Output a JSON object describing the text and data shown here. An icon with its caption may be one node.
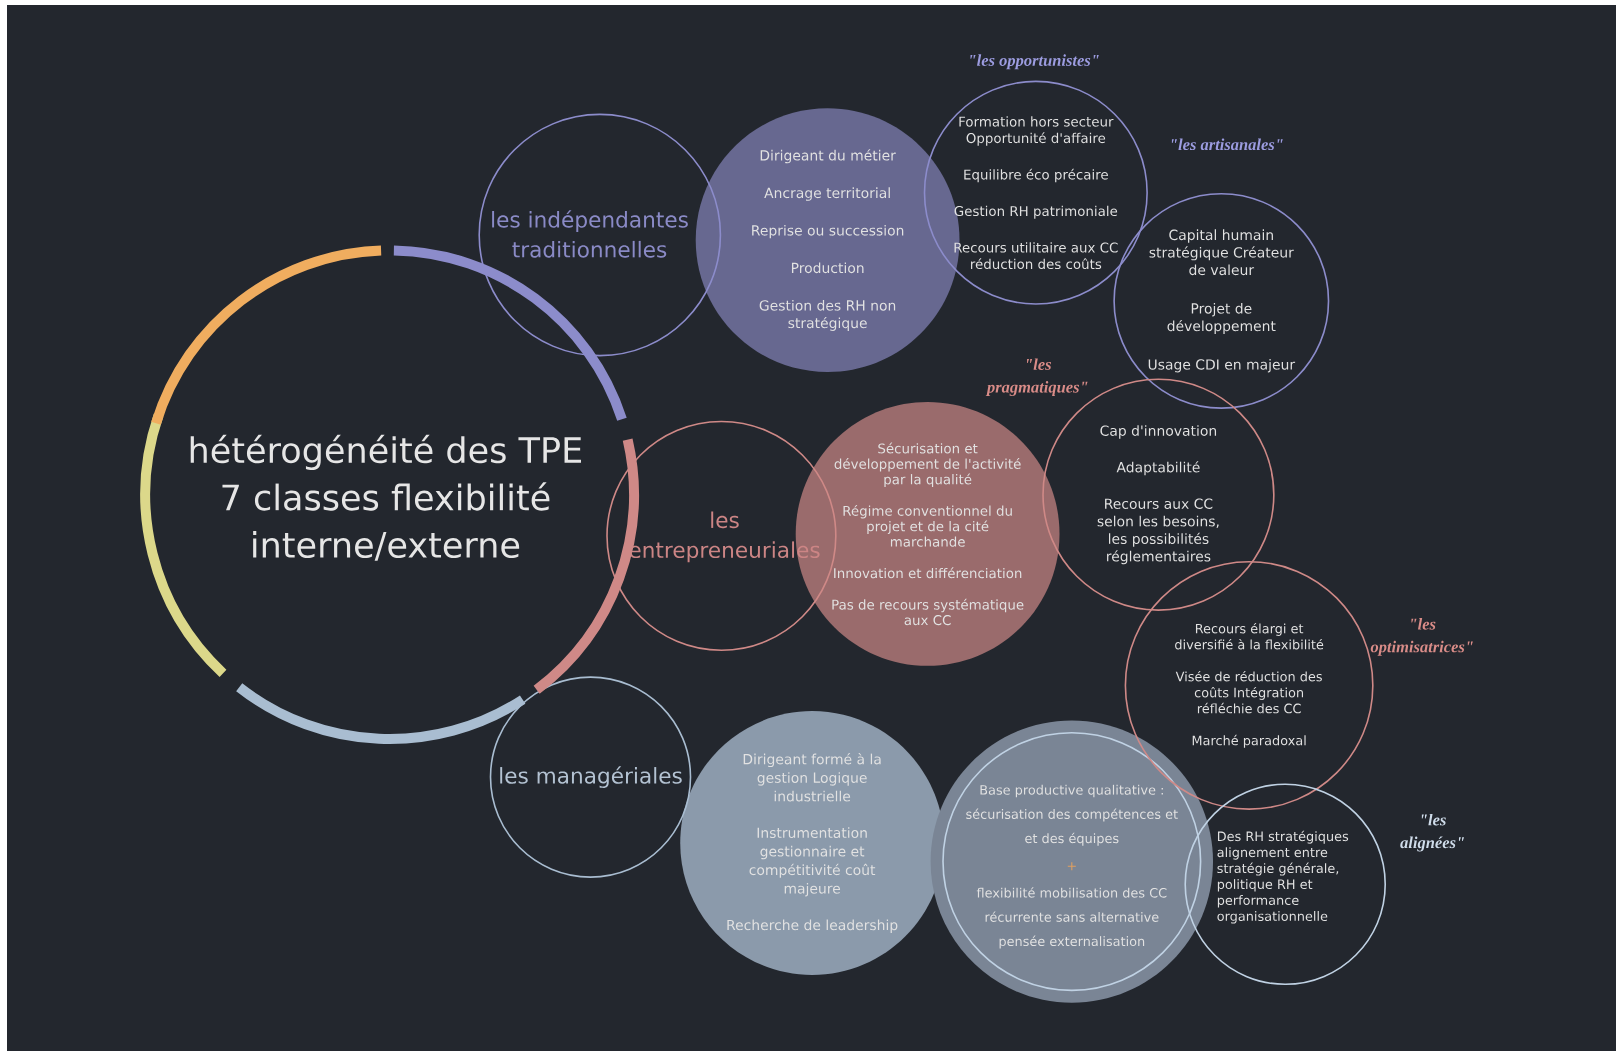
{
  "diagram": {
    "nodes": [
      {
        "text": [
          "hétérogénéité des TPE 7 classes flexibilité interne/externe"
        ]
      },
      {
        "text": [
          "les indépendantes traditionnelles"
        ]
      },
      {
        "text": [
          "Dirigeant du métier",
          "Ancrage territorial",
          "Reprise ou succession",
          "Production",
          "Gestion des RH non stratégique"
        ]
      },
      {
        "text": [
          "Formation hors secteur Opportunité d'affaire",
          "Equilibre éco précaire",
          "Gestion RH patrimoniale",
          "Recours utilitaire aux CC réduction des coûts"
        ],
        "beside": [
          "\"les opportunistes\""
        ]
      },
      {
        "text": [
          "Capital humain stratégique Créateur de valeur",
          "Projet de développement",
          "Usage CDI en majeur"
        ]
      },
      {
        "text": [
          "les entrepreneuriales"
        ]
      },
      {
        "text": [
          "Sécurisation et développement de l'activité par la qualité",
          "Régime conventionnel du projet et de la cité marchande",
          "Innovation et différenciation",
          "Pas de recours systématique aux CC"
        ]
      },
      {
        "text": [
          "Cap d'innovation",
          "Adaptabilité",
          "Recours aux CC selon les besoins, les possibilités réglementaires"
        ],
        "beside": [
          "\"les pragmatiques\""
        ]
      },
      {
        "text": [
          "Recours élargi et diversifié à la flexibilité",
          "Visée de réduction des coûts Intégration réfléchie des CC",
          "Marché paradoxal"
        ],
        "beside": [
          "\"les optimisatrices\""
        ]
      },
      {
        "text": [
          "les managériales"
        ]
      },
      {
        "text": [
          "Dirigeant formé à la gestion Logique industrielle",
          "Instrumentation gestionnaire et compétitivité coût majeure",
          "Recherche de leadership"
        ]
      },
      {
        "text": [
          "Base productive qualitative : sécurisation des compétences et et des équipes",
          "+",
          "flexibilité mobilisation des CC récurrente sans alternative pensée externalisation"
        ]
      },
      {
        "text": [
          "Des RH stratégiques alignement entre stratégie générale, politique RH et performance organisationnelle"
        ],
        "beside": [
          "\"les alignées\""
        ]
      }
    ],
    "labels": [
      "\"les artisanales\""
    ]
  }
}
